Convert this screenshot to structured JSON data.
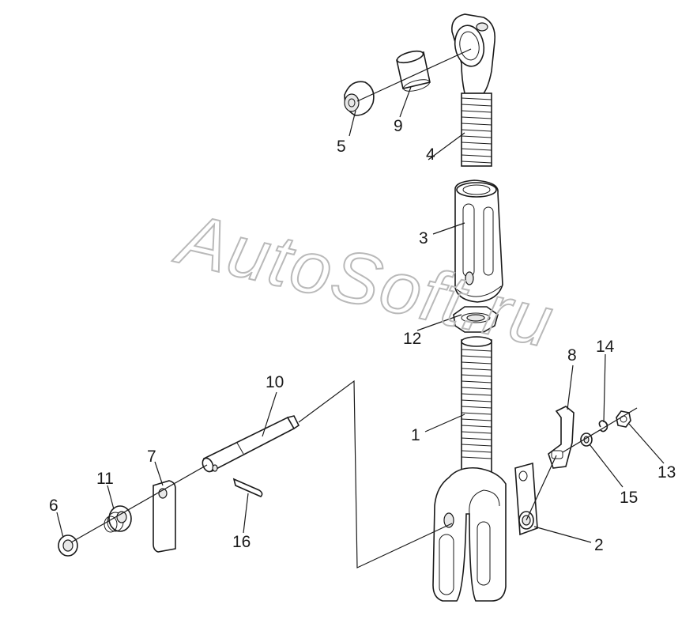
{
  "watermark": "AutoSoft.ru",
  "labels": {
    "p1": "1",
    "p2": "2",
    "p3": "3",
    "p4": "4",
    "p5": "5",
    "p6": "6",
    "p7": "7",
    "p8": "8",
    "p9": "9",
    "p10": "10",
    "p11": "11",
    "p12": "12",
    "p13": "13",
    "p14": "14",
    "p15": "15",
    "p16": "16"
  }
}
